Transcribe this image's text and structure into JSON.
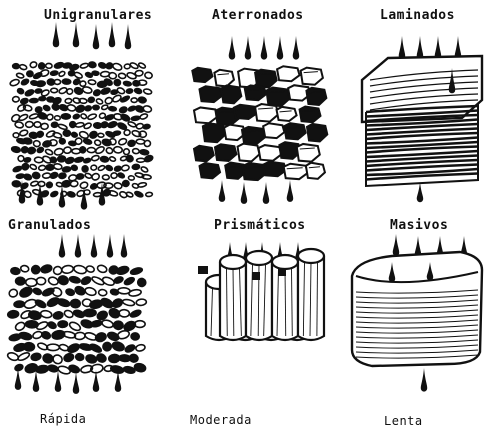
{
  "structures": [
    {
      "id": "unigranulares",
      "label": "Unigranulares"
    },
    {
      "id": "aterronados",
      "label": "Aterronados"
    },
    {
      "id": "laminados",
      "label": "Laminados"
    },
    {
      "id": "granulados",
      "label": "Granulados"
    },
    {
      "id": "prismaticos",
      "label": "Prismáticos"
    },
    {
      "id": "masivos",
      "label": "Masivos"
    }
  ],
  "rates": [
    {
      "id": "rapida",
      "label": "Rápida"
    },
    {
      "id": "moderada",
      "label": "Moderada"
    },
    {
      "id": "lenta",
      "label": "Lenta"
    }
  ],
  "colors": {
    "ink": "#111111",
    "paper": "#ffffff"
  }
}
